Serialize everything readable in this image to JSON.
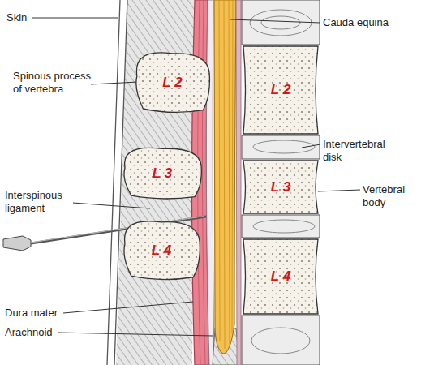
{
  "diagram": {
    "nodes": [
      {
        "text": [
          "L 2"
        ]
      },
      {
        "text": [
          "L 2"
        ]
      },
      {
        "text": [
          "L 3"
        ]
      },
      {
        "text": [
          "L 3"
        ]
      },
      {
        "text": [
          "L 4"
        ]
      },
      {
        "text": [
          "L 4"
        ]
      }
    ],
    "labels": [
      "Skin",
      "Cauda equina",
      "Spinous process of vertebra",
      "Intervertebral disk",
      "Vertebral body",
      "Interspinous ligament",
      "Dura mater",
      "Arachnoid"
    ]
  }
}
